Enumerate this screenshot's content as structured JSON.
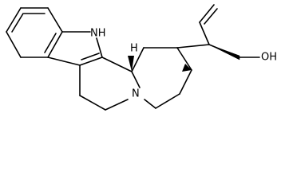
{
  "molecule": {
    "atom_labels": {
      "indole_nh": "NH",
      "bridge_h": "H",
      "ring_n": "N",
      "hydroxyl": "OH"
    },
    "colors": {
      "bond": "#000000",
      "label": "#000000",
      "background": "#ffffff"
    }
  }
}
